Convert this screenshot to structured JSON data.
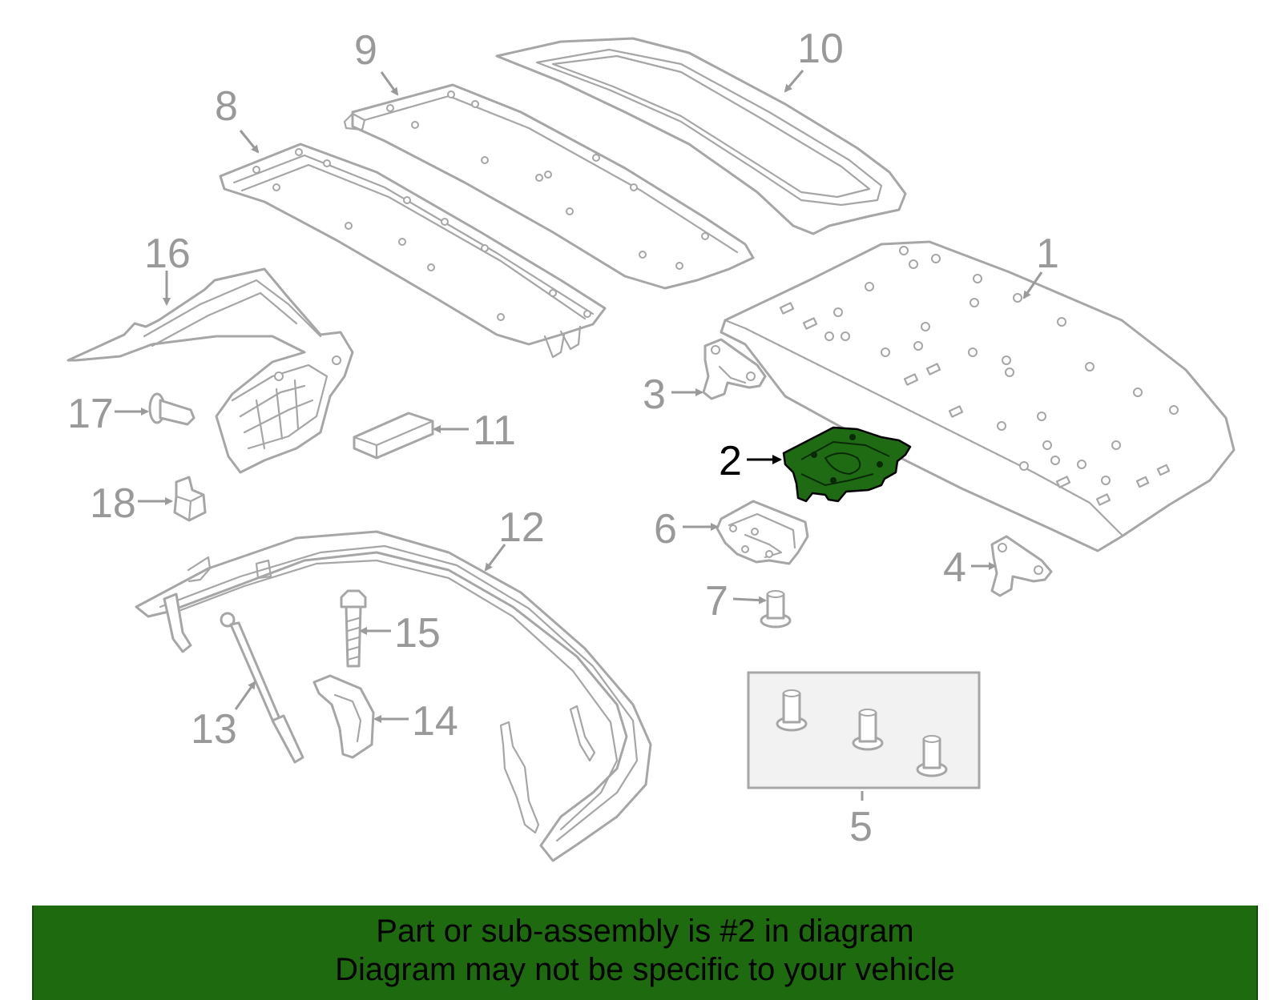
{
  "diagram": {
    "highlighted_part": "2",
    "highlight_color": "#1f6b14",
    "line_color": "#a6a6a6",
    "callouts": [
      "1",
      "2",
      "3",
      "4",
      "5",
      "6",
      "7",
      "8",
      "9",
      "10",
      "11",
      "12",
      "13",
      "14",
      "15",
      "16",
      "17",
      "18"
    ]
  },
  "banner": {
    "line1": "Part or sub-assembly is #2 in diagram",
    "line2": "Diagram may not be specific to your vehicle",
    "background": "#1e6b0f"
  }
}
